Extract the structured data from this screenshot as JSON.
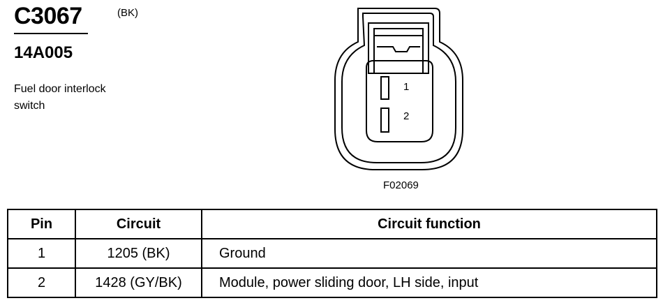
{
  "connector": {
    "id": "C3067",
    "color_code": "(BK)",
    "part_number": "14A005",
    "description": "Fuel door interlock switch",
    "figure_id": "F02069",
    "pin_labels": [
      "1",
      "2"
    ]
  },
  "table": {
    "headers": [
      "Pin",
      "Circuit",
      "Circuit function"
    ],
    "rows": [
      {
        "pin": "1",
        "circuit": "1205 (BK)",
        "function": "Ground"
      },
      {
        "pin": "2",
        "circuit": "1428 (GY/BK)",
        "function": "Module, power sliding door, LH side, input"
      }
    ]
  }
}
